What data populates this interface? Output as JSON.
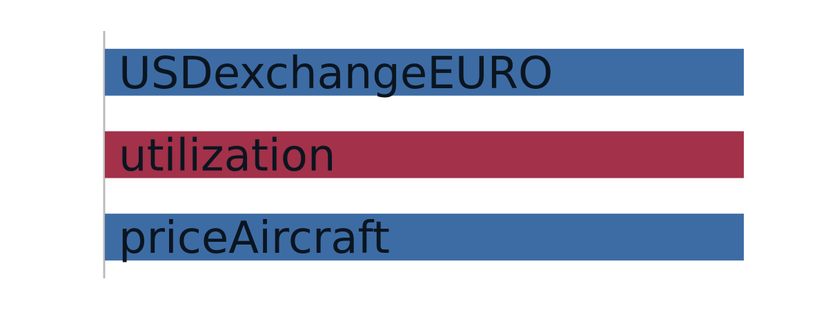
{
  "chart_data": {
    "type": "bar",
    "orientation": "horizontal",
    "categories": [
      "USDexchangeEURO",
      "utilization",
      "priceAircraft"
    ],
    "values": [
      1,
      1,
      1
    ],
    "colors": [
      "#3d6ca4",
      "#a23149",
      "#3d6ca4"
    ],
    "label_color": "#0b1520",
    "axis_color": "#bbbbbb",
    "xlim": [
      0,
      1
    ],
    "title": "",
    "xlabel": "",
    "ylabel": "",
    "grid": false,
    "legend": "none"
  }
}
